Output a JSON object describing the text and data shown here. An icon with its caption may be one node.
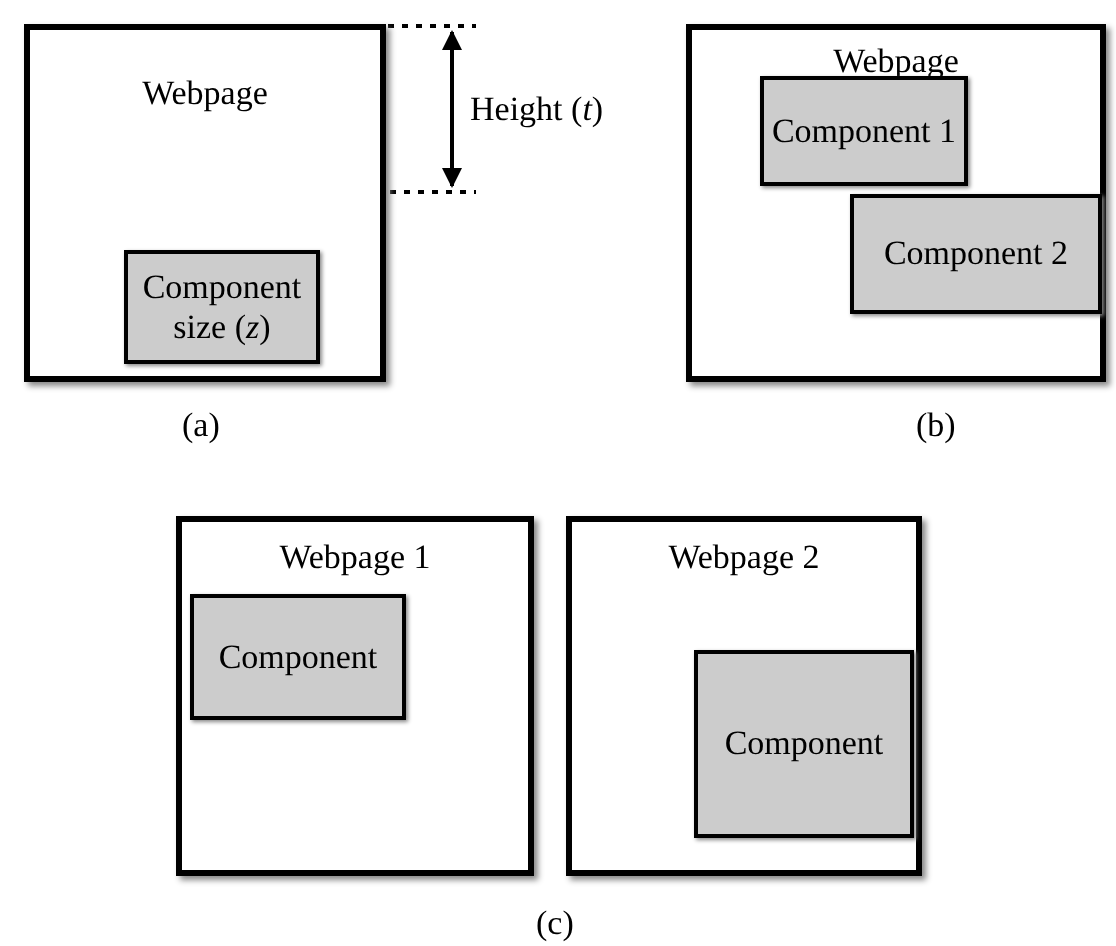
{
  "diagram": {
    "nodes": [
      {
        "text": [
          "Webpage"
        ]
      },
      {
        "text": [
          "Component size (*z*)"
        ],
        "in": 0
      },
      {
        "text": [
          "Webpage"
        ]
      },
      {
        "text": [
          "Component 1"
        ],
        "in": 2
      },
      {
        "text": [
          "Component 2"
        ],
        "in": 2
      },
      {
        "text": [
          "Webpage 1"
        ]
      },
      {
        "text": [
          "Component"
        ],
        "in": 5
      },
      {
        "text": [
          "Webpage 2"
        ]
      },
      {
        "text": [
          "Component"
        ],
        "in": 7
      }
    ],
    "edges": [],
    "labels": [
      "Height (*t*)",
      "(a)",
      "(b)",
      "(c)"
    ]
  }
}
